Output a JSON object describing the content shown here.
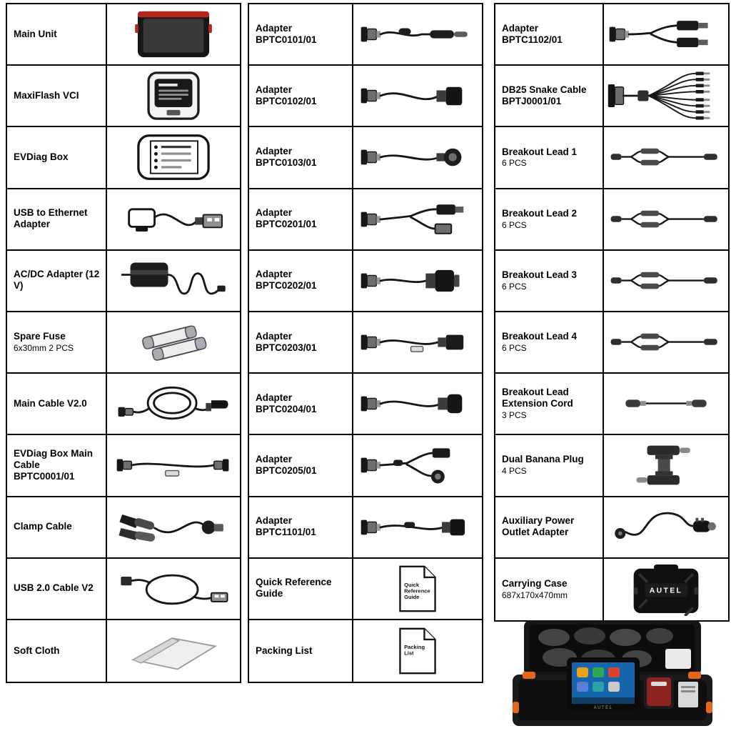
{
  "photo": {
    "brand": "AUTEL"
  },
  "columns": [
    {
      "name": "column-1",
      "items": [
        {
          "title": "Main Unit",
          "code": "",
          "sub": "",
          "icon": "main-unit"
        },
        {
          "title": "MaxiFlash VCI",
          "code": "",
          "sub": "",
          "icon": "maxiflash-vci"
        },
        {
          "title": "EVDiag Box",
          "code": "",
          "sub": "",
          "icon": "evdiag-box"
        },
        {
          "title": "USB to Ethernet Adapter",
          "code": "",
          "sub": "",
          "icon": "usb-ethernet"
        },
        {
          "title": "AC/DC Adapter (12 V)",
          "code": "",
          "sub": "",
          "icon": "acdc-adapter"
        },
        {
          "title": "Spare Fuse",
          "code": "",
          "sub": "6x30mm 2 PCS",
          "icon": "spare-fuse"
        },
        {
          "title": "Main Cable V2.0",
          "code": "",
          "sub": "",
          "icon": "main-cable"
        },
        {
          "title": "EVDiag Box Main Cable",
          "code": "BPTC0001/01",
          "sub": "",
          "icon": "evdiag-cable"
        },
        {
          "title": "Clamp Cable",
          "code": "",
          "sub": "",
          "icon": "clamp-cable"
        },
        {
          "title": "USB 2.0 Cable V2",
          "code": "",
          "sub": "",
          "icon": "usb-cable"
        },
        {
          "title": "Soft Cloth",
          "code": "",
          "sub": "",
          "icon": "soft-cloth"
        }
      ]
    },
    {
      "name": "column-2",
      "items": [
        {
          "title": "Adapter",
          "code": "BPTC0101/01",
          "sub": "",
          "icon": "adapter-ferrite"
        },
        {
          "title": "Adapter",
          "code": "BPTC0102/01",
          "sub": "",
          "icon": "adapter-straight"
        },
        {
          "title": "Adapter",
          "code": "BPTC0103/01",
          "sub": "",
          "icon": "adapter-round"
        },
        {
          "title": "Adapter",
          "code": "BPTC0201/01",
          "sub": "",
          "icon": "adapter-y2"
        },
        {
          "title": "Adapter",
          "code": "BPTC0202/01",
          "sub": "",
          "icon": "adapter-short"
        },
        {
          "title": "Adapter",
          "code": "BPTC0203/01",
          "sub": "",
          "icon": "adapter-straight2"
        },
        {
          "title": "Adapter",
          "code": "BPTC0204/01",
          "sub": "",
          "icon": "adapter-straight3"
        },
        {
          "title": "Adapter",
          "code": "BPTC0205/01",
          "sub": "",
          "icon": "adapter-y3"
        },
        {
          "title": "Adapter",
          "code": "BPTC1101/01",
          "sub": "",
          "icon": "adapter-long"
        },
        {
          "title": "Quick Reference Guide",
          "code": "",
          "sub": "",
          "icon": "doc-quick-reference",
          "icon_label": "Quick Reference Guide"
        },
        {
          "title": "Packing List",
          "code": "",
          "sub": "",
          "icon": "doc-packing-list",
          "icon_label": "Packing List"
        }
      ]
    },
    {
      "name": "column-3",
      "items": [
        {
          "title": "Adapter",
          "code": "BPTC1102/01",
          "sub": "",
          "icon": "adapter-y-top"
        },
        {
          "title": "DB25 Snake Cable",
          "code": "BPTJ0001/01",
          "sub": "",
          "icon": "db25-snake"
        },
        {
          "title": "Breakout Lead 1",
          "code": "",
          "sub": "6 PCS",
          "icon": "breakout-lead"
        },
        {
          "title": "Breakout Lead 2",
          "code": "",
          "sub": "6 PCS",
          "icon": "breakout-lead"
        },
        {
          "title": "Breakout Lead 3",
          "code": "",
          "sub": "6 PCS",
          "icon": "breakout-lead"
        },
        {
          "title": "Breakout Lead 4",
          "code": "",
          "sub": "6 PCS",
          "icon": "breakout-lead"
        },
        {
          "title": "Breakout Lead Extension Cord",
          "code": "",
          "sub": "3 PCS",
          "icon": "extension-cord"
        },
        {
          "title": "Dual Banana Plug",
          "code": "",
          "sub": "4 PCS",
          "icon": "banana-plug"
        },
        {
          "title": "Auxiliary Power Outlet Adapter",
          "code": "",
          "sub": "",
          "icon": "aux-power-adapter"
        },
        {
          "title": "Carrying Case",
          "code": "",
          "sub": "687x170x470mm",
          "icon": "carrying-case",
          "icon_label": "AUTEL"
        }
      ]
    }
  ]
}
